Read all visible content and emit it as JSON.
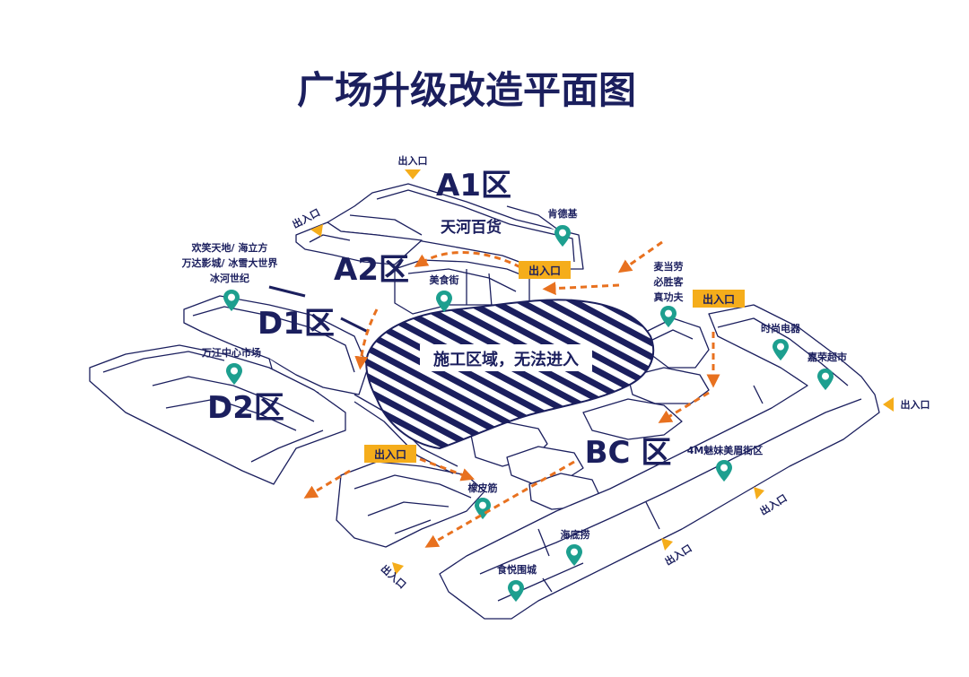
{
  "title": "广场升级改造平面图",
  "colors": {
    "navy": "#1b1f5e",
    "orange": "#e8711f",
    "yellow": "#f5ad1b",
    "teal": "#1d9f8f"
  },
  "zones": {
    "a1": "A1区",
    "a2": "A2区",
    "d1": "D1区",
    "d2": "D2区",
    "bc": "BC 区"
  },
  "construction": "施工区域，无法进入",
  "stores": {
    "tianhe": "天河百货",
    "kfc": "肯德基",
    "meishi": "美食街",
    "happy_1": "欢笑天地/ 海立方",
    "happy_2": "万达影城/ 冰雪大世界",
    "happy_3": "冰河世纪",
    "wanjiang": "万江中心市场",
    "mcd_1": "麦当劳",
    "mcd_2": "必胜客",
    "mcd_3": "真功夫",
    "fashion": "时尚电器",
    "jiarong": "嘉荣超市",
    "meimei": "4M魅妹美眉街区",
    "xiangpi": "橡皮筋",
    "haidilao": "海底捞",
    "shiyue": "食悦围城"
  },
  "entrances": {
    "label": "出入口"
  }
}
